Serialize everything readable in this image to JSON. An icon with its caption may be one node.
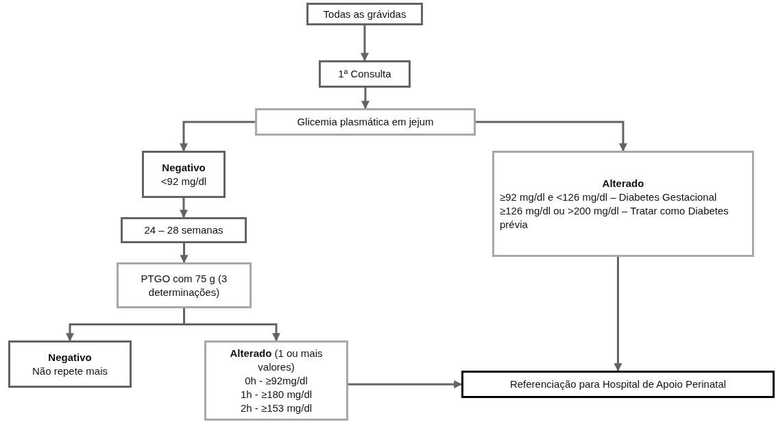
{
  "diagram": {
    "nodes": [
      {
        "text": [
          "Todas as grávidas"
        ]
      },
      {
        "text": [
          "1ª Consulta"
        ]
      },
      {
        "text": [
          "Glicemia plasmática em jejum"
        ]
      },
      {
        "text": [
          "Negativo",
          "<92 mg/dl"
        ]
      },
      {
        "text": [
          "24 – 28 semanas"
        ]
      },
      {
        "text": [
          "PTGO com 75 g (3 determinações)"
        ]
      },
      {
        "text": [
          "Negativo",
          "Não repete mais"
        ]
      },
      {
        "text": [
          "**Alterado** (1 ou mais valores)",
          "0h - ≥92mg/dl",
          "1h - ≥180 mg/dl",
          "2h - ≥153 mg/dl"
        ]
      },
      {
        "text": [
          "Alterado",
          "≥92 mg/dl e <126 mg/dl – Diabetes Gestacional",
          "≥126 mg/dl ou >200 mg/dl – Tratar como Diabetes prévia"
        ]
      },
      {
        "text": [
          "Referenciação para Hospital de Apoio Perinatal"
        ]
      }
    ],
    "edges": [
      {
        "from": 0,
        "to": 1,
        "arrow": "to"
      },
      {
        "from": 1,
        "to": 2,
        "arrow": "to"
      },
      {
        "from": 2,
        "to": 3,
        "arrow": "to"
      },
      {
        "from": 2,
        "to": 8,
        "arrow": "to"
      },
      {
        "from": 3,
        "to": 4,
        "arrow": "to"
      },
      {
        "from": 4,
        "to": 5,
        "arrow": "to"
      },
      {
        "from": 5,
        "to": 6,
        "arrow": "to"
      },
      {
        "from": 5,
        "to": 7,
        "arrow": "to"
      },
      {
        "from": 7,
        "to": 9,
        "arrow": "to"
      },
      {
        "from": 8,
        "to": 9,
        "arrow": "to"
      }
    ]
  }
}
